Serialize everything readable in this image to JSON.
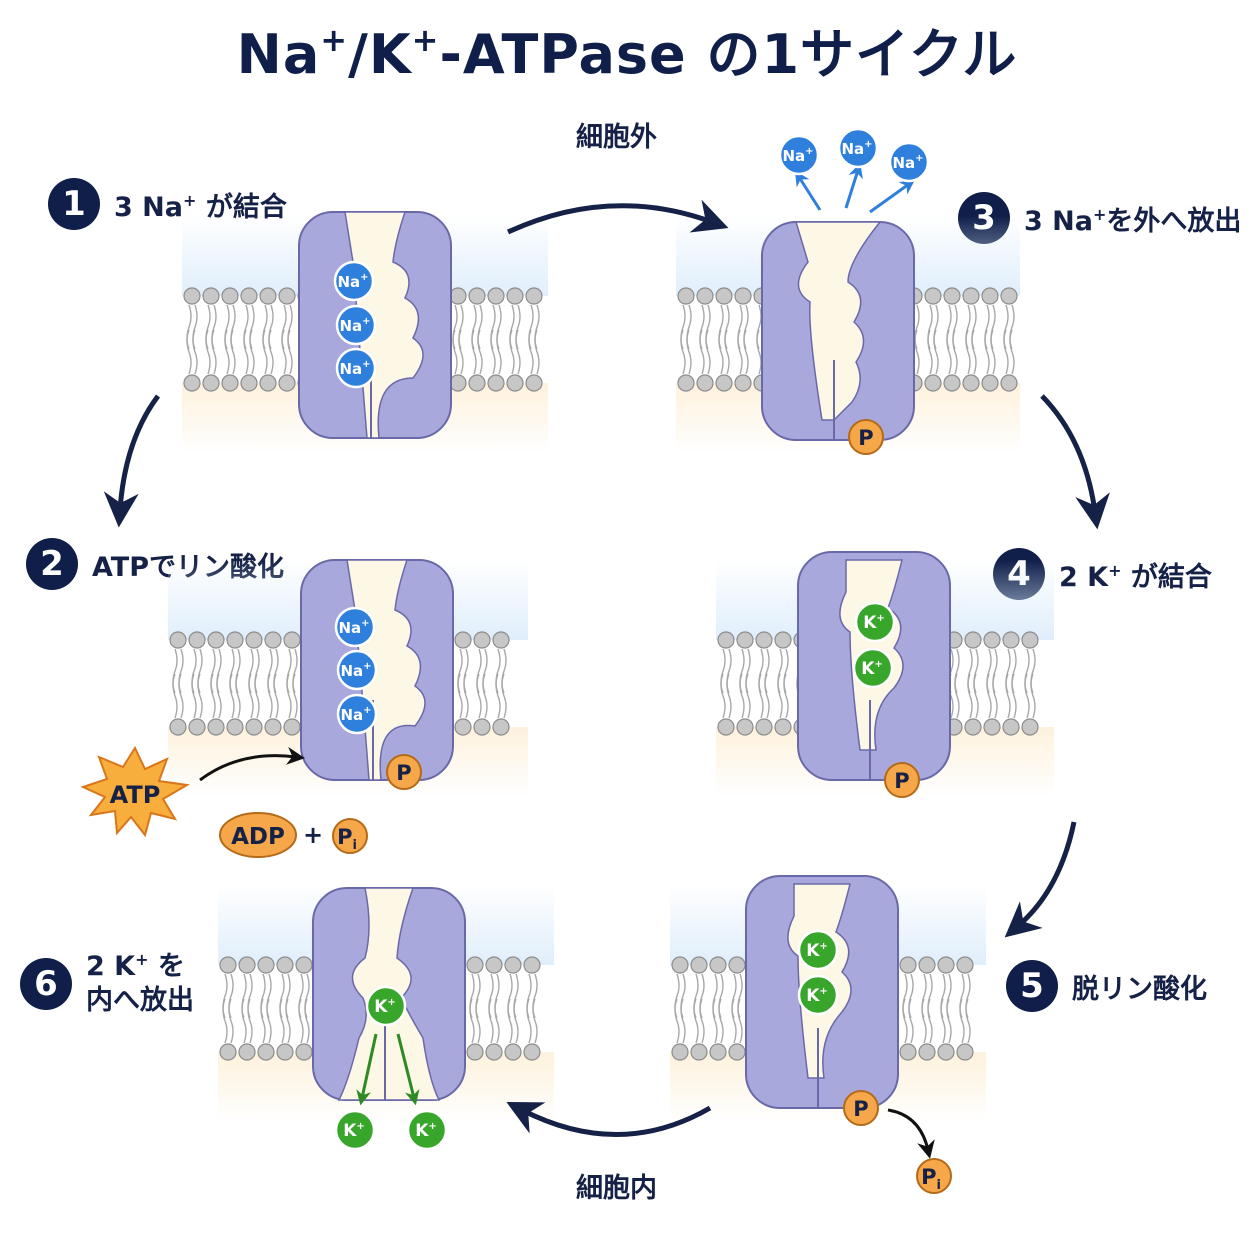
{
  "title": {
    "main": "Na",
    "sup1": "+",
    "mid": "/K",
    "sup2": "+",
    "rest": "-ATPase の1サイクル"
  },
  "regions": {
    "outside": "細胞外",
    "inside": "細胞内"
  },
  "steps": [
    {
      "number": "1",
      "pre": "3 Na",
      "sup": "+",
      "post": " が結合"
    },
    {
      "number": "2",
      "pre": "ATPでリン酸化",
      "sup": "",
      "post": ""
    },
    {
      "number": "3",
      "pre": "3 Na",
      "sup": "+",
      "post": "を外へ放出"
    },
    {
      "number": "4",
      "pre": "2 K",
      "sup": "+",
      "post": " が結合"
    },
    {
      "number": "5",
      "pre": "脱リン酸化",
      "sup": "",
      "post": ""
    },
    {
      "number": "6",
      "pre": "2 K",
      "sup": "+",
      "post": " を",
      "line2": "内へ放出"
    }
  ],
  "labels": {
    "na": "Na",
    "k": "K",
    "plus": "+",
    "p": "P",
    "pi": "P",
    "pi_sub": "i",
    "atp": "ATP",
    "adp": "ADP",
    "adp_plus": "+"
  },
  "colors": {
    "protein": "#a9a8dc",
    "protein_stroke": "#6a69a8",
    "channel": "#fdf7e6",
    "na": "#2f7fdc",
    "k": "#38a62a",
    "phosphate": "#f6a74a",
    "arrow": "#152147",
    "lipid_head": "#c7c7c7",
    "atp_star": "#f7ae3c"
  }
}
